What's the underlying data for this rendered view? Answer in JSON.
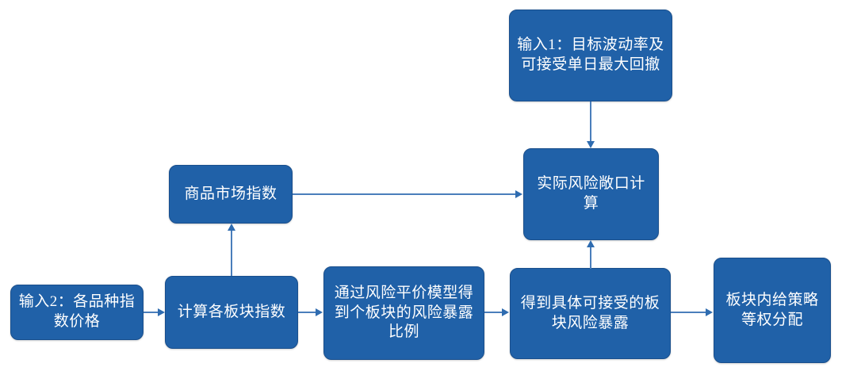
{
  "diagram": {
    "title": "",
    "colors": {
      "node_fill": "#2061A8",
      "node_border": "#1A4F8C",
      "node_text": "#FFFFFF",
      "edge_line": "#4A7EBB",
      "arrow_head": "#2F6CB0",
      "background": "#FFFFFF"
    },
    "nodes": [
      {
        "id": "input1",
        "label": "输入1：目标波动率及可接受单日最大回撤",
        "shape": "rounded-rectangle"
      },
      {
        "id": "actual-risk",
        "label": "实际风险敞口计算",
        "shape": "rounded-rectangle"
      },
      {
        "id": "market-index",
        "label": "商品市场指数",
        "shape": "rounded-rectangle"
      },
      {
        "id": "input2",
        "label": "输入2：各品种指数价格",
        "shape": "rounded-rectangle"
      },
      {
        "id": "sector-index",
        "label": "计算各板块指数",
        "shape": "rounded-rectangle"
      },
      {
        "id": "risk-parity",
        "label": "通过风险平价模型得到个板块的风险暴露比例",
        "shape": "rounded-rectangle"
      },
      {
        "id": "sector-exposure",
        "label": "得到具体可接受的板块风险暴露",
        "shape": "rounded-rectangle"
      },
      {
        "id": "equal-weight",
        "label": "板块内给策略等权分配",
        "shape": "rounded-rectangle"
      }
    ],
    "edges": [
      {
        "id": "e1",
        "from": "input1",
        "to": "actual-risk",
        "direction": "down",
        "label": ""
      },
      {
        "id": "e2",
        "from": "market-index",
        "to": "actual-risk",
        "direction": "right",
        "label": ""
      },
      {
        "id": "e3",
        "from": "sector-index",
        "to": "market-index",
        "direction": "up",
        "label": ""
      },
      {
        "id": "e4",
        "from": "input2",
        "to": "sector-index",
        "direction": "right",
        "label": ""
      },
      {
        "id": "e5",
        "from": "sector-index",
        "to": "risk-parity",
        "direction": "right",
        "label": ""
      },
      {
        "id": "e6",
        "from": "risk-parity",
        "to": "sector-exposure",
        "direction": "right",
        "label": ""
      },
      {
        "id": "e7",
        "from": "sector-exposure",
        "to": "actual-risk",
        "direction": "up",
        "label": ""
      },
      {
        "id": "e8",
        "from": "sector-exposure",
        "to": "equal-weight",
        "direction": "right",
        "label": ""
      }
    ]
  }
}
